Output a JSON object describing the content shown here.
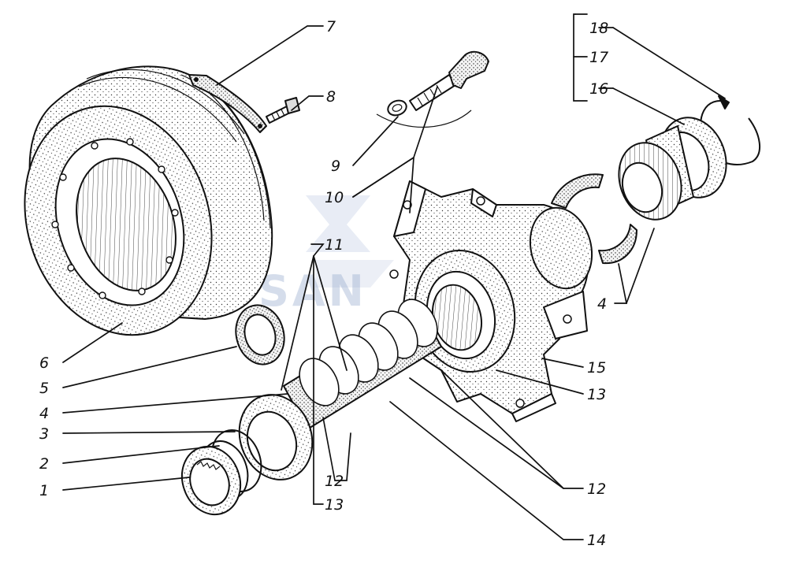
{
  "watermark": {
    "text": "SAN",
    "color": "#8aa0c8"
  },
  "labels": {
    "l1": "1",
    "l2": "2",
    "l3": "3",
    "l4a": "4",
    "l4b": "4",
    "l5": "5",
    "l6": "6",
    "l7": "7",
    "l8": "8",
    "l9": "9",
    "l10": "10",
    "l11": "11",
    "l12a": "12",
    "l12b": "12",
    "l13a": "13",
    "l13b": "13",
    "l14": "14",
    "l15": "15",
    "l16": "16",
    "l17": "17",
    "l18": "18"
  }
}
